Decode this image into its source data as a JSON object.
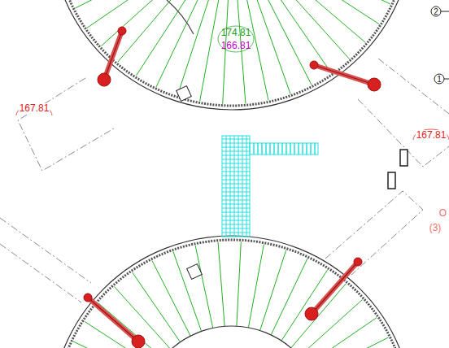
{
  "diagram": {
    "labels": [
      "174.81",
      "166.81",
      "167.81",
      "167.81",
      "2",
      "1",
      "O",
      "(3)"
    ]
  }
}
